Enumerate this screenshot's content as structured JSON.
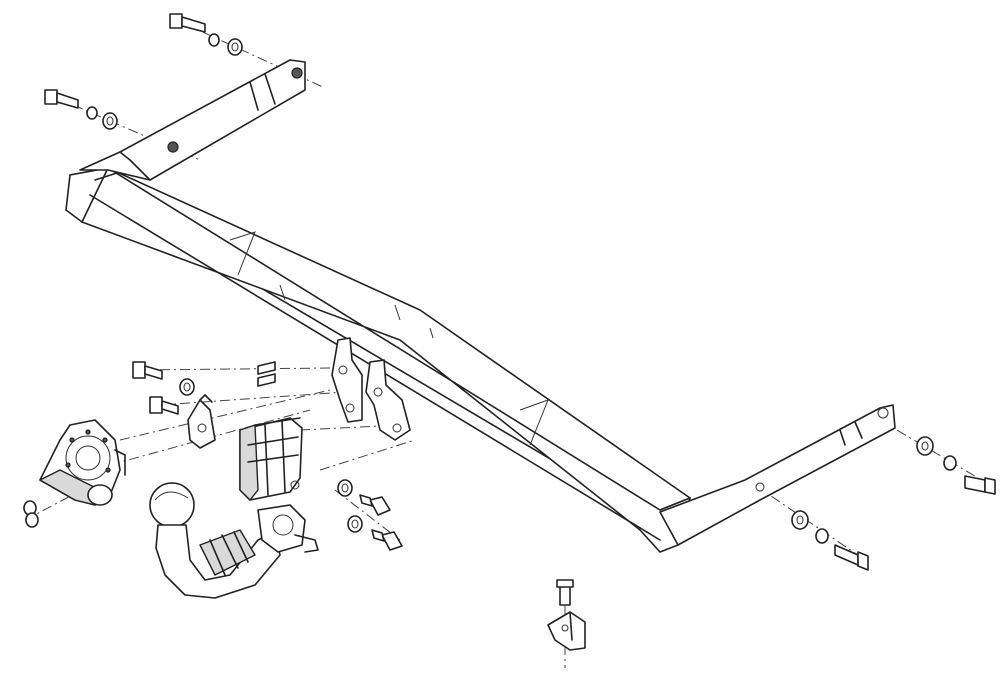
{
  "diagram": {
    "kind": "exploded-assembly-line-drawing",
    "subject": "detachable-towbar-assembly",
    "colors": {
      "line": "#222222",
      "background": "#ffffff",
      "shade": "#d9d9d9"
    },
    "parts": [
      "crossbar",
      "left-mounting-arm",
      "right-mounting-arm",
      "center-bracket",
      "socket-plate",
      "tow-ball-neck",
      "locking-receiver",
      "electrical-socket-bracket",
      "license-bracket",
      "bolts",
      "washers",
      "nuts"
    ]
  }
}
